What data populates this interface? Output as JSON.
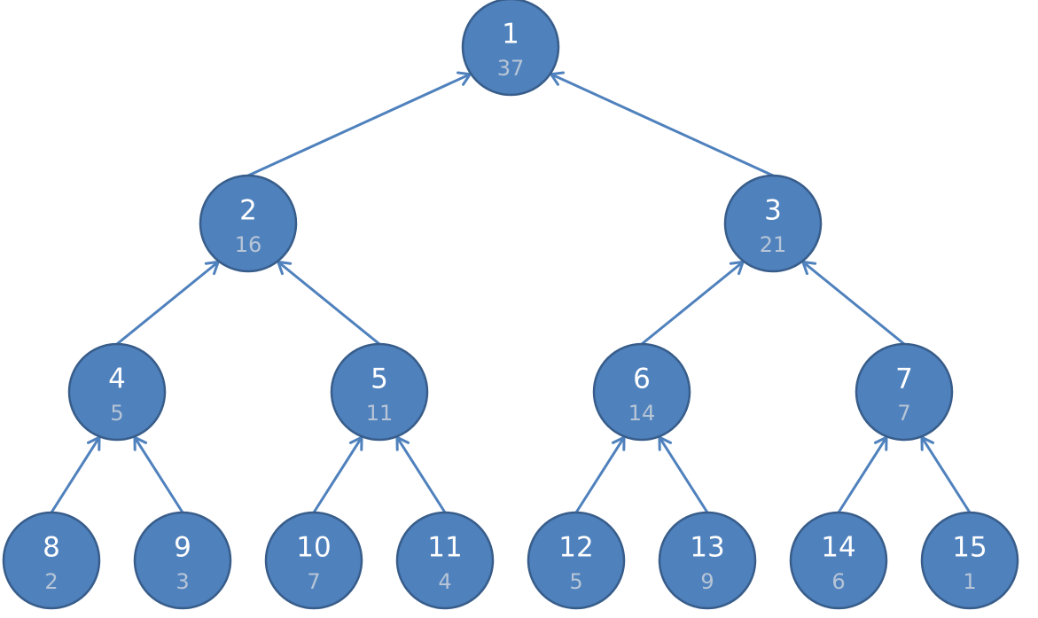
{
  "colors": {
    "node_fill": "#4F81BD",
    "node_stroke": "#385D8A",
    "edge": "#4F81BD",
    "id_text": "#FFFFFF",
    "value_text": "#B7C5D6"
  },
  "tree": {
    "nodes": [
      {
        "id": "1",
        "value": "37"
      },
      {
        "id": "2",
        "value": "16"
      },
      {
        "id": "3",
        "value": "21"
      },
      {
        "id": "4",
        "value": "5"
      },
      {
        "id": "5",
        "value": "11"
      },
      {
        "id": "6",
        "value": "14"
      },
      {
        "id": "7",
        "value": "7"
      },
      {
        "id": "8",
        "value": "2"
      },
      {
        "id": "9",
        "value": "3"
      },
      {
        "id": "10",
        "value": "7"
      },
      {
        "id": "11",
        "value": "4"
      },
      {
        "id": "12",
        "value": "5"
      },
      {
        "id": "13",
        "value": "9"
      },
      {
        "id": "14",
        "value": "6"
      },
      {
        "id": "15",
        "value": "1"
      }
    ],
    "edges": [
      {
        "from": "2",
        "to": "1"
      },
      {
        "from": "3",
        "to": "1"
      },
      {
        "from": "4",
        "to": "2"
      },
      {
        "from": "5",
        "to": "2"
      },
      {
        "from": "6",
        "to": "3"
      },
      {
        "from": "7",
        "to": "3"
      },
      {
        "from": "8",
        "to": "4"
      },
      {
        "from": "9",
        "to": "4"
      },
      {
        "from": "10",
        "to": "5"
      },
      {
        "from": "11",
        "to": "5"
      },
      {
        "from": "12",
        "to": "6"
      },
      {
        "from": "13",
        "to": "6"
      },
      {
        "from": "14",
        "to": "7"
      },
      {
        "from": "15",
        "to": "7"
      }
    ]
  }
}
